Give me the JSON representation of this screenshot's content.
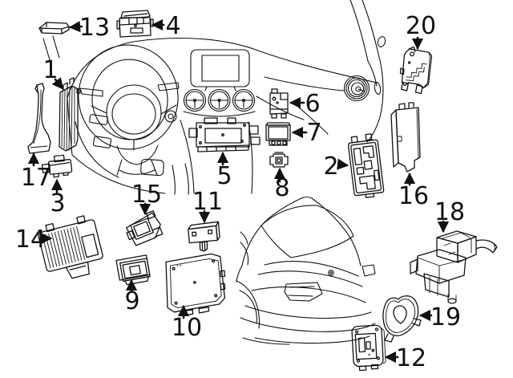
{
  "colors": {
    "ink": "#111111",
    "bg": "#ffffff"
  },
  "callouts": [
    {
      "label": "1"
    },
    {
      "label": "2"
    },
    {
      "label": "3"
    },
    {
      "label": "4"
    },
    {
      "label": "5"
    },
    {
      "label": "6"
    },
    {
      "label": "7"
    },
    {
      "label": "8"
    },
    {
      "label": "9"
    },
    {
      "label": "10"
    },
    {
      "label": "11"
    },
    {
      "label": "12"
    },
    {
      "label": "13"
    },
    {
      "label": "14"
    },
    {
      "label": "15"
    },
    {
      "label": "16"
    },
    {
      "label": "17"
    },
    {
      "label": "18"
    },
    {
      "label": "19"
    },
    {
      "label": "20"
    }
  ]
}
